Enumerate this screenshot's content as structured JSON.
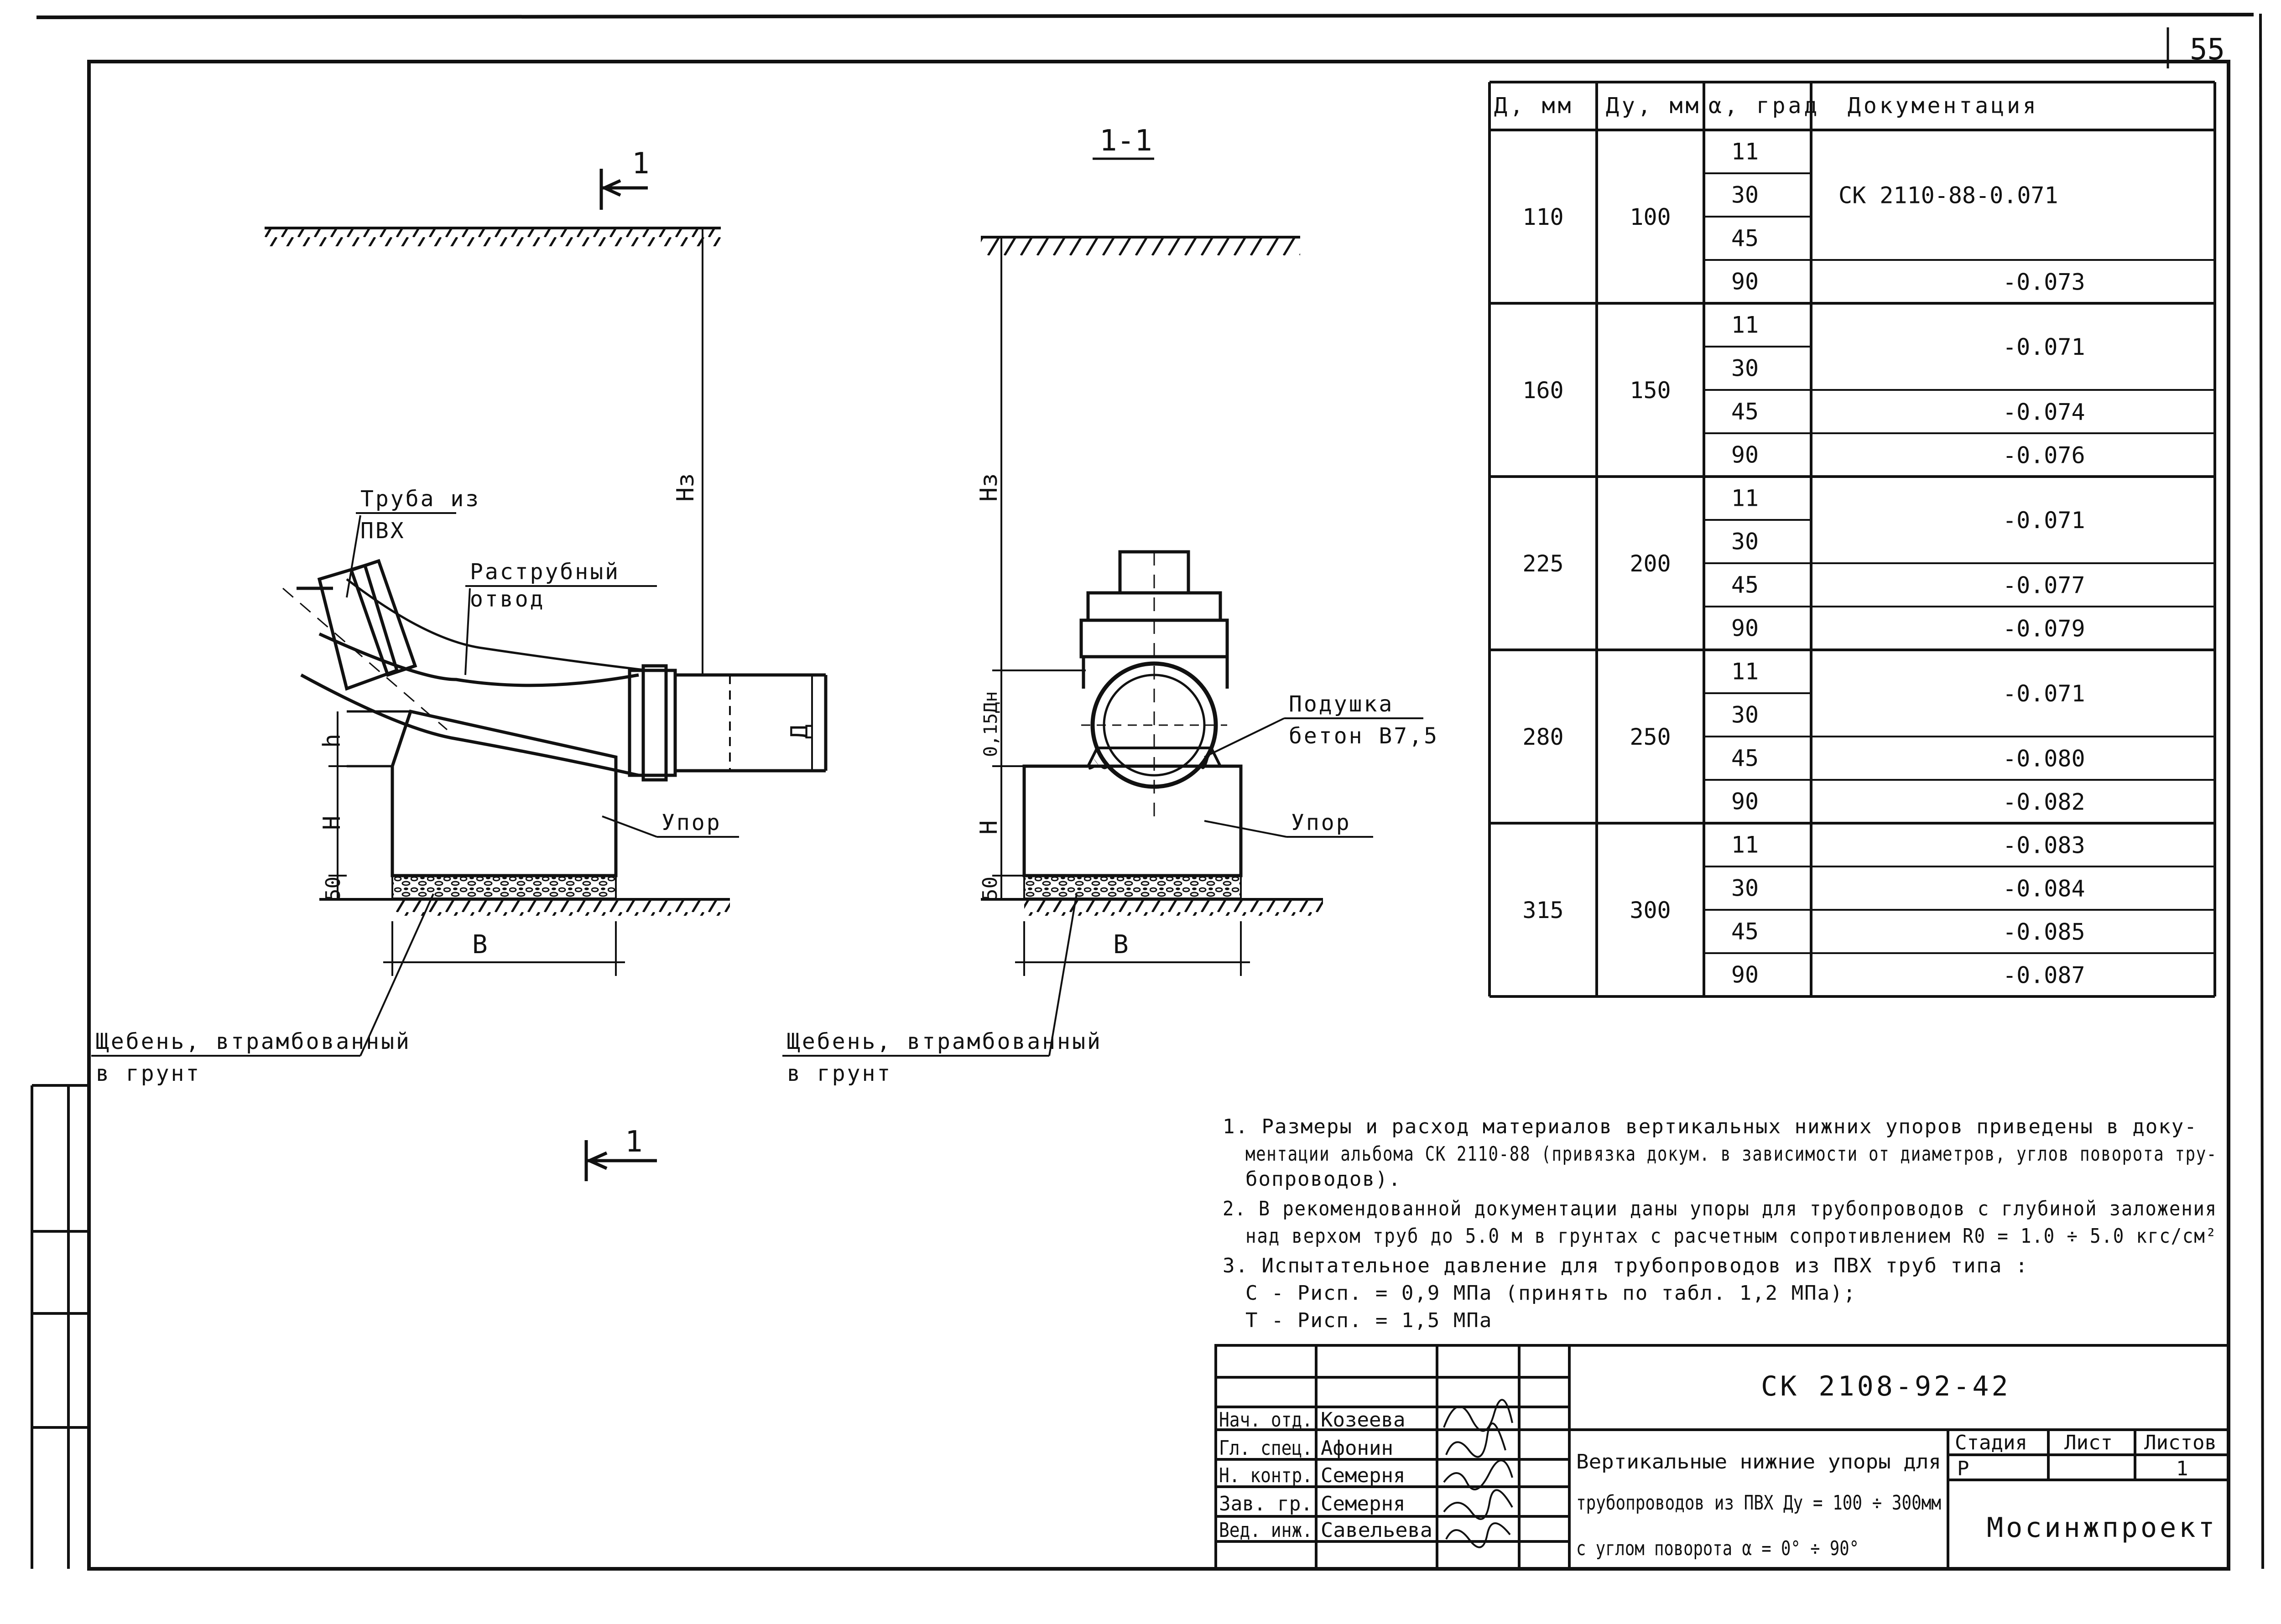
{
  "page_number": "55",
  "section_label": "1-1",
  "cut_marker": "1",
  "left_view": {
    "pipe_label": [
      "Труба из",
      "ПВХ"
    ],
    "bend_label": [
      "Раструбный",
      "отвод"
    ],
    "stop_label": "Упор",
    "gravel_label": [
      "Щебень, втрамбованный",
      "в грунт"
    ],
    "dim_h3": "Hз",
    "dim_h": "H",
    "dim_50": "50",
    "dim_b": "B",
    "dim_h0": "h",
    "dim_d": "Д"
  },
  "right_view": {
    "cushion_label": [
      "Подушка",
      "бетон В7,5"
    ],
    "stop_label": "Упор",
    "gravel_label": [
      "Щебень, втрамбованный",
      "в грунт"
    ],
    "dim_h3": "Hз",
    "dim_015": "0,15Дн",
    "dim_h": "H",
    "dim_50": "50",
    "dim_b": "B"
  },
  "table": {
    "headers": [
      "Д, мм",
      "Ду, мм",
      "α, град",
      "Документация"
    ],
    "groups": [
      {
        "d": "110",
        "dy": "100",
        "rows": [
          {
            "angle": "11",
            "doc": ""
          },
          {
            "angle": "30",
            "doc": "СК 2110-88-0.071"
          },
          {
            "angle": "45",
            "doc": ""
          },
          {
            "angle": "90",
            "doc": "-0.073"
          }
        ]
      },
      {
        "d": "160",
        "dy": "150",
        "rows": [
          {
            "angle": "11",
            "doc": ""
          },
          {
            "angle": "30",
            "doc": "-0.071"
          },
          {
            "angle": "45",
            "doc": "-0.074"
          },
          {
            "angle": "90",
            "doc": "-0.076"
          }
        ]
      },
      {
        "d": "225",
        "dy": "200",
        "rows": [
          {
            "angle": "11",
            "doc": ""
          },
          {
            "angle": "30",
            "doc": "-0.071"
          },
          {
            "angle": "45",
            "doc": "-0.077"
          },
          {
            "angle": "90",
            "doc": "-0.079"
          }
        ]
      },
      {
        "d": "280",
        "dy": "250",
        "rows": [
          {
            "angle": "11",
            "doc": ""
          },
          {
            "angle": "30",
            "doc": "-0.071"
          },
          {
            "angle": "45",
            "doc": "-0.080"
          },
          {
            "angle": "90",
            "doc": "-0.082"
          }
        ]
      },
      {
        "d": "315",
        "dy": "300",
        "rows": [
          {
            "angle": "11",
            "doc": "-0.083"
          },
          {
            "angle": "30",
            "doc": "-0.084"
          },
          {
            "angle": "45",
            "doc": "-0.085"
          },
          {
            "angle": "90",
            "doc": "-0.087"
          }
        ]
      }
    ]
  },
  "notes": [
    "1. Размеры и расход материалов вертикальных нижних упоров приведены в доку-",
    "ментации альбома СК 2110-88 (привязка докум. в зависимости от диаметров, углов поворота тру-",
    "бопроводов).",
    "2. В рекомендованной документации даны упоры для трубопроводов с глубиной заложения",
    "над верхом труб до 5.0 м в грунтах с расчетным сопротивлением  R0 = 1.0 ÷ 5.0 кгс/см²",
    "3. Испытательное давление для трубопроводов из ПВХ труб типа :",
    "С - Рисп. = 0,9 МПа   (принять по табл. 1,2 МПа);",
    "Т - Рисп. = 1,5 МПа"
  ],
  "title_block": {
    "code": "СК 2108-92-42",
    "title_lines": [
      "Вертикальные нижние упоры для",
      "трубопроводов из ПВХ  Ду = 100 ÷ 300мм",
      "с углом поворота  α = 0° ÷ 90°"
    ],
    "stage_hdr": "Стадия",
    "sheet_hdr": "Лист",
    "sheets_hdr": "Листов",
    "stage": "Р",
    "sheets": "1",
    "org": "Мосинжпроект",
    "signatures": [
      {
        "role": "Нач. отд.",
        "name": "Козеева"
      },
      {
        "role": "Гл. спец.",
        "name": "Афонин"
      },
      {
        "role": "Н. контр.",
        "name": "Семерня"
      },
      {
        "role": "Зав. гр.",
        "name": "Семерня"
      },
      {
        "role": "Вед. инж.",
        "name": "Савельева"
      }
    ]
  }
}
